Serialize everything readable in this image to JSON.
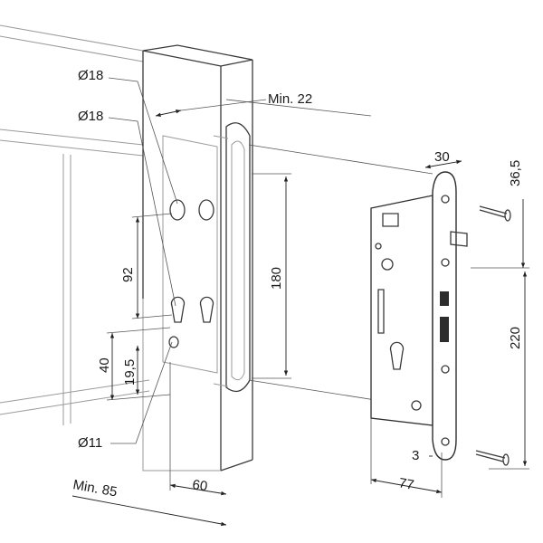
{
  "labels": {
    "dia18_top": "Ø18",
    "dia18_mid": "Ø18",
    "min22": "Min. 22",
    "dim30": "30",
    "dim36_5": "36,5",
    "dim92": "92",
    "dim180": "180",
    "dim220": "220",
    "dim40": "40",
    "dim19_5": "19,5",
    "dia11": "Ø11",
    "dim3": "3",
    "min85": "Min. 85",
    "dim60": "60",
    "dim77": "77"
  }
}
